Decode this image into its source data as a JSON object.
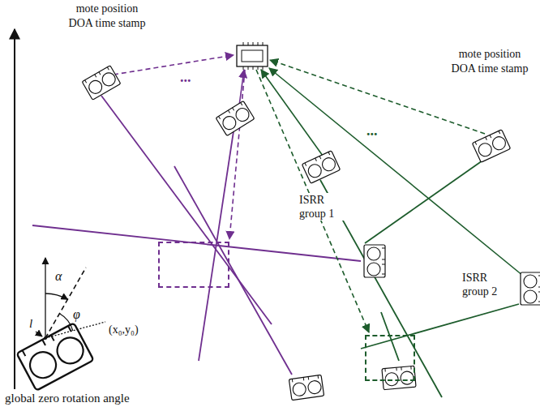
{
  "diagram": {
    "nodes": [
      {
        "text": [
          "ISRR group 1"
        ]
      },
      {
        "text": [
          "ISRR group 2"
        ]
      }
    ],
    "labels": [
      "mote position DOA time stamp",
      "mote position DOA time stamp",
      "...",
      "...",
      "α",
      "φ",
      "l",
      "(x₀,y₀)",
      "global zero rotation angle"
    ]
  }
}
